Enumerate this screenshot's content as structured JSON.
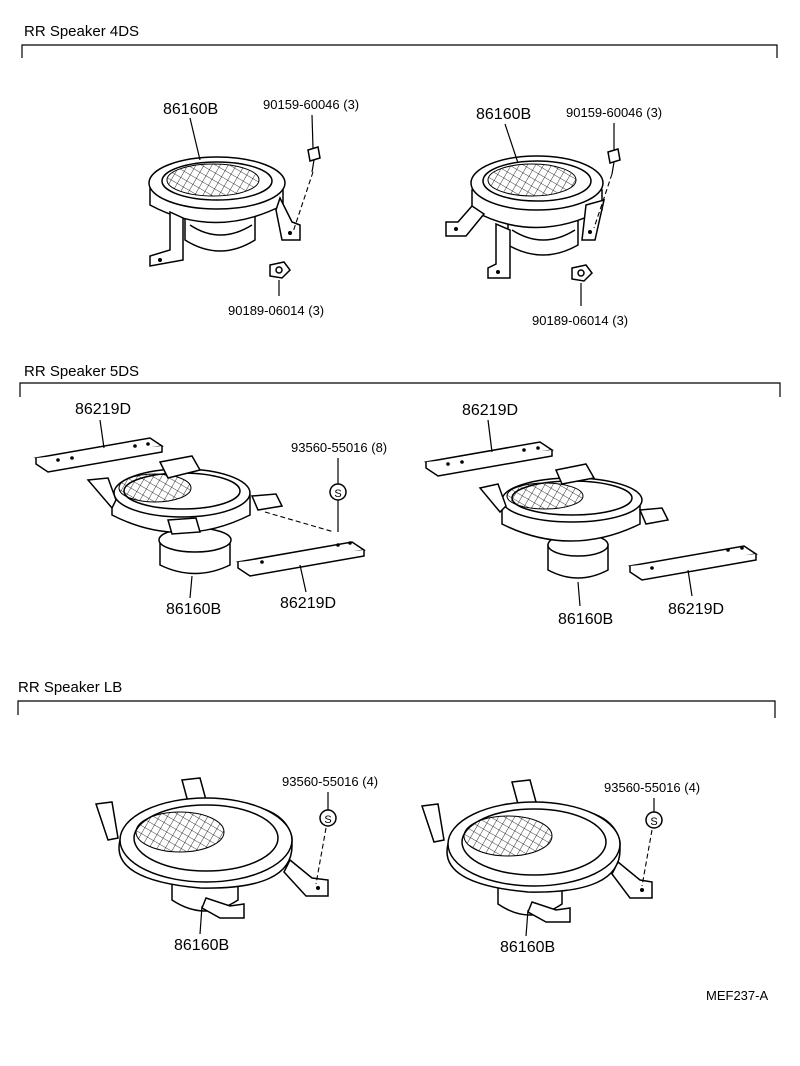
{
  "sections": [
    {
      "title": "RR Speaker 4DS",
      "labels": {
        "speaker_left": "86160B",
        "screw_left": "90159-60046 (3)",
        "nut_left": "90189-06014 (3)",
        "speaker_right": "86160B",
        "screw_right": "90159-60046 (3)",
        "nut_right": "90189-06014 (3)"
      }
    },
    {
      "title": "RR Speaker 5DS",
      "labels": {
        "bracket_top_left": "86219D",
        "screw_left": "93560-55016 (8)",
        "speaker_left": "86160B",
        "bracket_bottom_left": "86219D",
        "bracket_top_right": "86219D",
        "speaker_right": "86160B",
        "bracket_bottom_right": "86219D"
      }
    },
    {
      "title": "RR Speaker LB",
      "labels": {
        "screw_left": "93560-55016 (4)",
        "speaker_left": "86160B",
        "screw_right": "93560-55016 (4)",
        "speaker_right": "86160B"
      }
    }
  ],
  "screw_symbol": "S",
  "figure_code": "MEF237-A"
}
